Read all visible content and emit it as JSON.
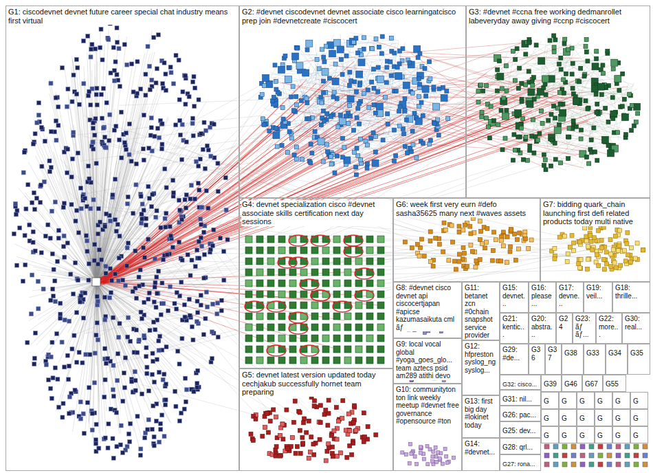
{
  "diagram": {
    "nodes": [
      {
        "text": [
          "G1: ciscodevnet devnet future career special chat industry means first virtual"
        ]
      },
      {
        "text": [
          "G2: #devnet ciscodevnet devnet associate cisco learningatcisco prep join #devnetcreate #ciscocert"
        ]
      },
      {
        "text": [
          "G3: #devnet #ccna free working dedmanrollet labeveryday away giving #ccnp #ciscocert"
        ]
      },
      {
        "text": [
          "G4: devnet specialization cisco #devnet associate skills certification next day sessions"
        ]
      },
      {
        "text": [
          "G6: week first very eurn #defo sasha35625 many next #waves assets"
        ]
      },
      {
        "text": [
          "G7: bidding quark_chain launching first defi related products today multi native"
        ]
      },
      {
        "text": [
          "G8: #devnet cisco devnet api ciscocertjapan #apicse kazumasaikuta cml ãƒ"
        ]
      },
      {
        "text": [
          "G11: betanet zcn #0chain snapshot service provider"
        ]
      },
      {
        "text": [
          "G15: devnet..."
        ]
      },
      {
        "text": [
          "G16: please..."
        ]
      },
      {
        "text": [
          "G17: devne..."
        ]
      },
      {
        "text": [
          "G19: veil..."
        ]
      },
      {
        "text": [
          "G18: thrille..."
        ]
      },
      {
        "text": [
          "G21: kentic..."
        ]
      },
      {
        "text": [
          "G20: abstra..."
        ]
      },
      {
        "text": [
          "G24"
        ]
      },
      {
        "text": [
          "G23: ãƒ ãƒ..."
        ]
      },
      {
        "text": [
          "G22: more..."
        ]
      },
      {
        "text": [
          "G30: real..."
        ]
      },
      {
        "text": [
          "G12: hfpreston syslog_ng syslog..."
        ]
      },
      {
        "text": [
          "G9: local vocal global #yoga_goes_glo... team aztecs psid am289 atithi devo"
        ]
      },
      {
        "text": [
          "G29: #de..."
        ]
      },
      {
        "text": [
          "G36"
        ]
      },
      {
        "text": [
          "G37"
        ]
      },
      {
        "text": [
          "G38"
        ]
      },
      {
        "text": [
          "G33"
        ]
      },
      {
        "text": [
          "G34"
        ]
      },
      {
        "text": [
          "G35"
        ]
      },
      {
        "text": [
          "G5: devnet latest version updated today cechjakub successfully hornet team preparing"
        ]
      },
      {
        "text": [
          "G32: cisco..."
        ]
      },
      {
        "text": [
          "G31: nil..."
        ]
      },
      {
        "text": [
          "G39"
        ]
      },
      {
        "text": [
          "G46"
        ]
      },
      {
        "text": [
          "G67"
        ]
      },
      {
        "text": [
          "G55"
        ]
      },
      {
        "text": [
          "G26: pac..."
        ]
      },
      {
        "text": [
          "G13: first big day #lokinet today"
        ]
      },
      {
        "text": [
          "G10: communityton ton link weekly meetup #devnet free governance #opensource #ton"
        ]
      },
      {
        "text": [
          "G25: dev..."
        ]
      },
      {
        "text": [
          "G28: qrl..."
        ]
      },
      {
        "text": [
          "G14: #devnet..."
        ]
      },
      {
        "text": [
          "G27: rona..."
        ]
      },
      {
        "text": [
          "G"
        ]
      },
      {
        "text": [
          "G"
        ]
      },
      {
        "text": [
          "G"
        ]
      },
      {
        "text": [
          "G"
        ]
      },
      {
        "text": [
          "G"
        ]
      },
      {
        "text": [
          "G"
        ]
      },
      {
        "text": [
          "G"
        ]
      },
      {
        "text": [
          "G"
        ]
      },
      {
        "text": [
          "G"
        ]
      },
      {
        "text": [
          "G"
        ]
      },
      {
        "text": [
          "G"
        ]
      },
      {
        "text": [
          "G"
        ]
      },
      {
        "text": [
          "G"
        ]
      },
      {
        "text": [
          "G"
        ]
      },
      {
        "text": [
          "G"
        ]
      },
      {
        "text": [
          "G"
        ]
      },
      {
        "text": [
          "G"
        ]
      },
      {
        "text": [
          "G"
        ]
      }
    ]
  }
}
